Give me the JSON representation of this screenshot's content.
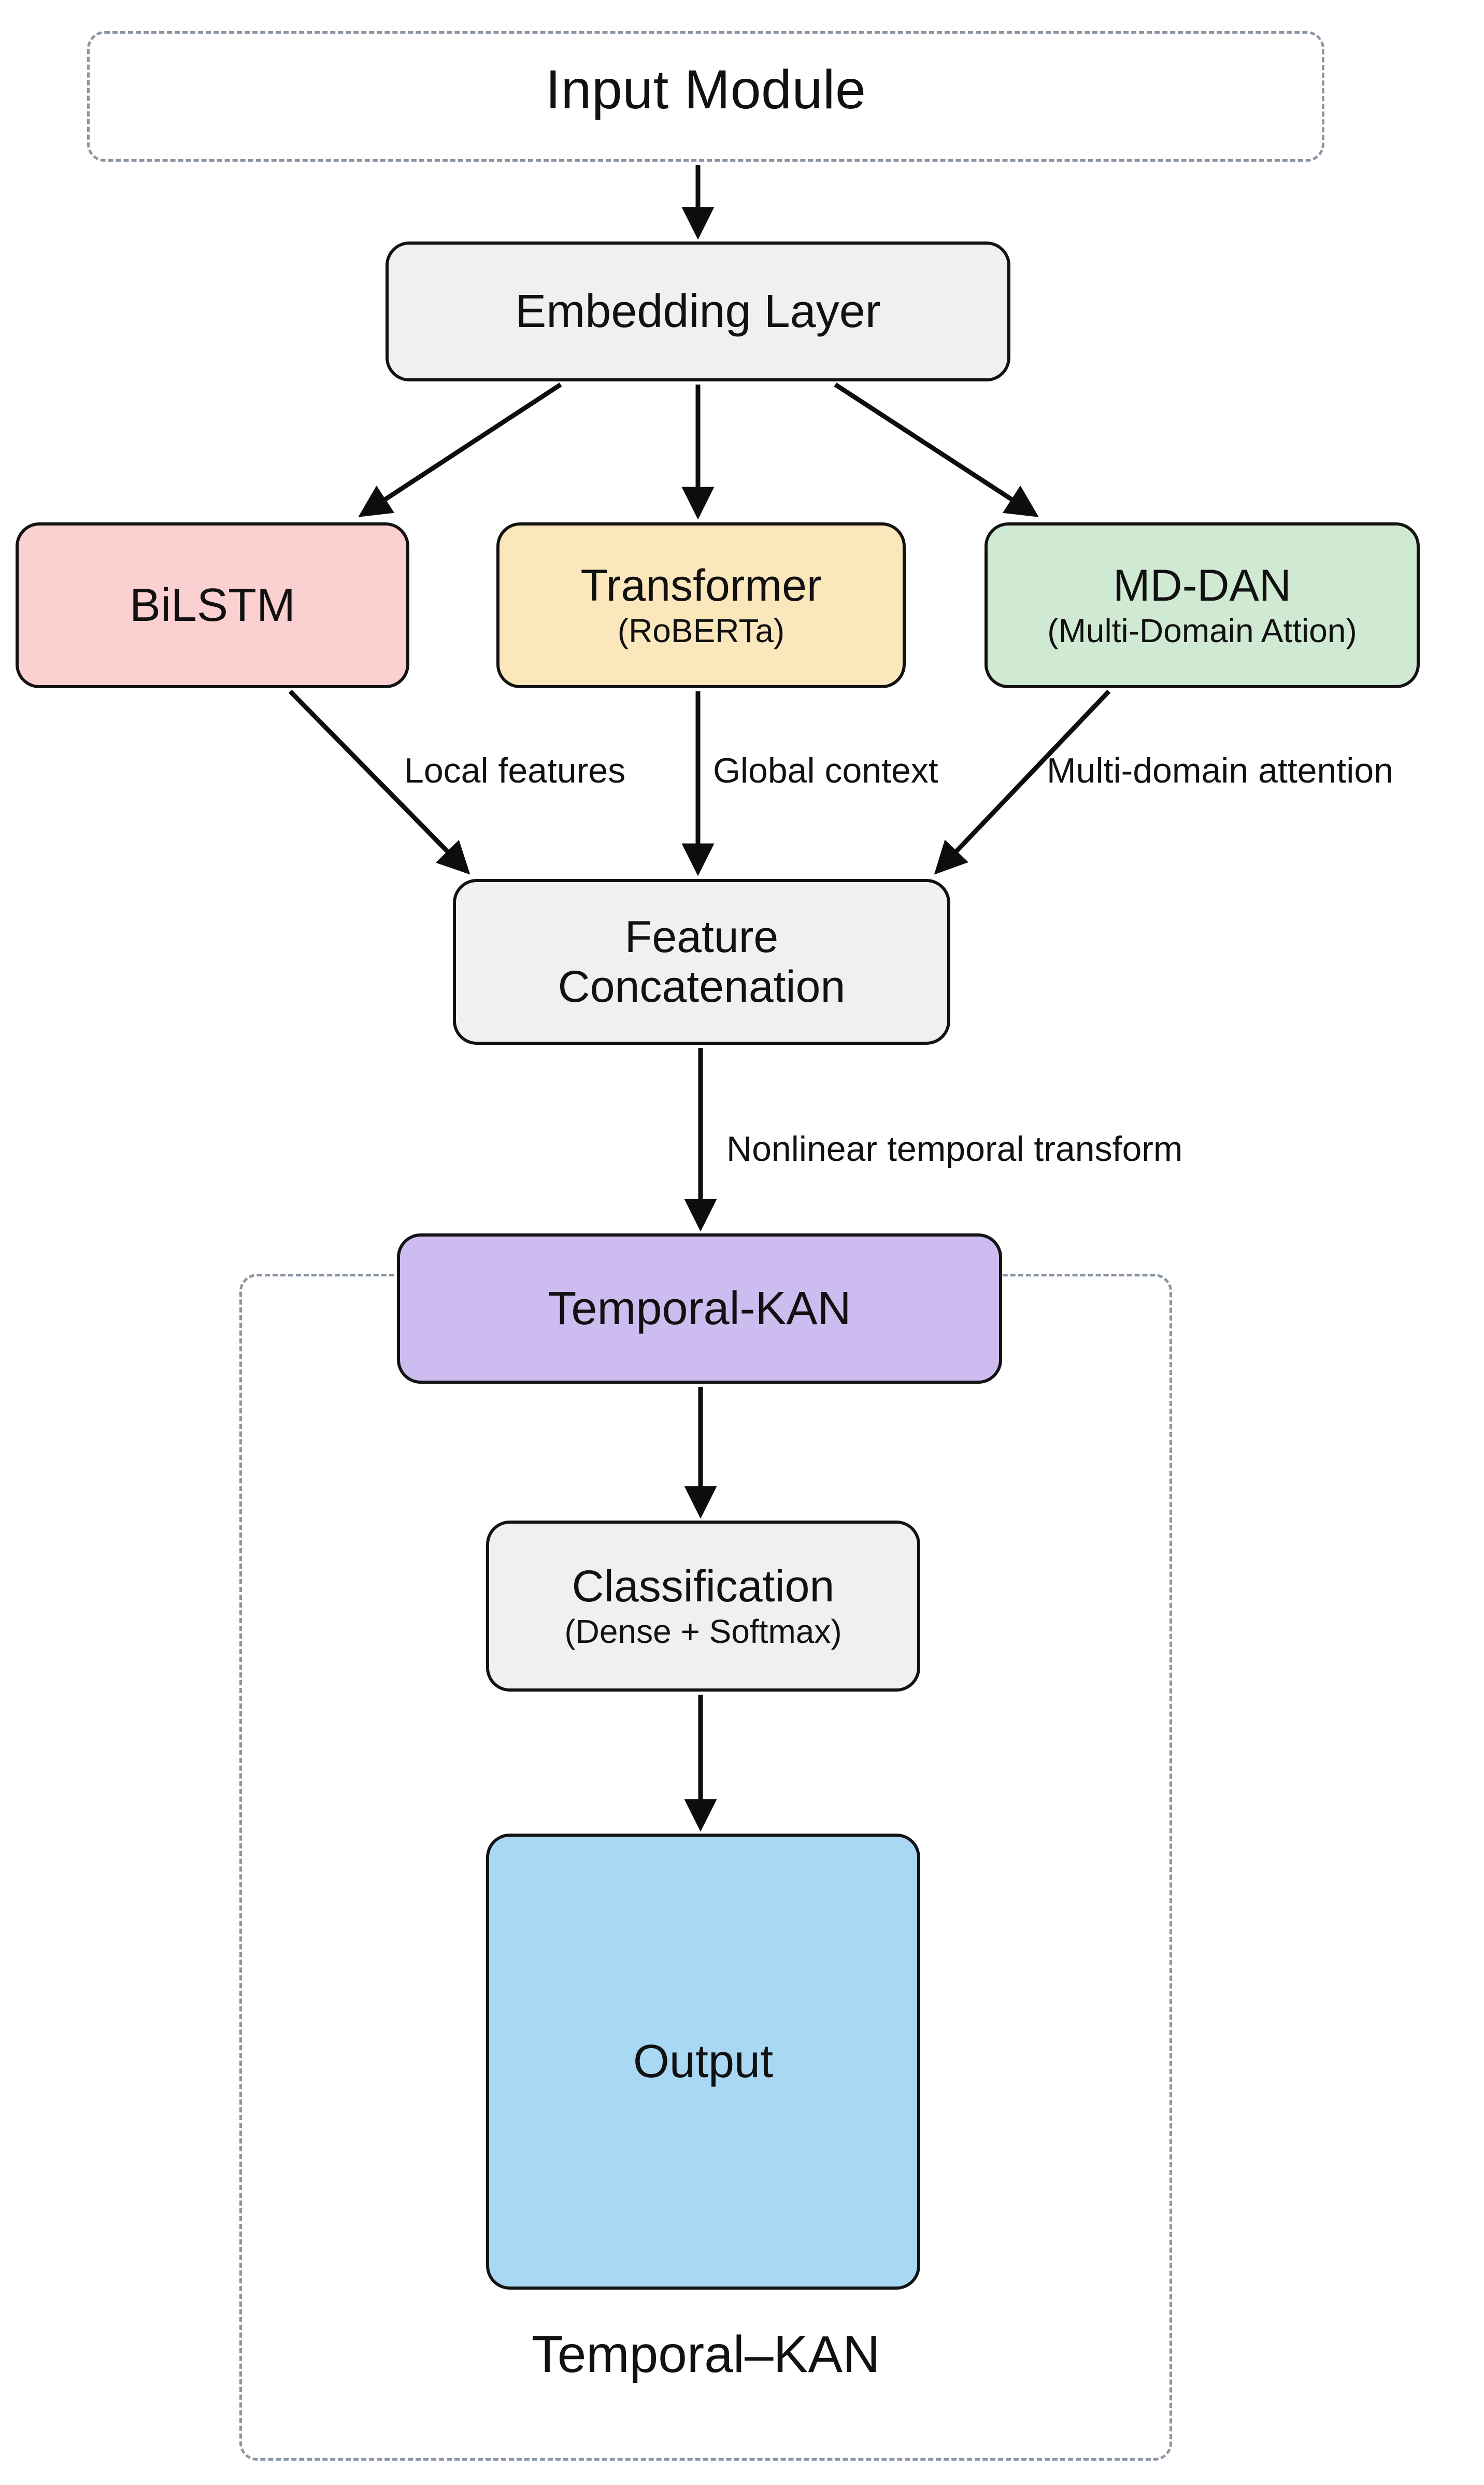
{
  "diagram": {
    "title": "Model Architecture Flowchart",
    "background": "#ffffff"
  },
  "groups": {
    "input": {
      "label": "Input Module",
      "border_color": "#8b96a3",
      "style": "dashed"
    },
    "kan": {
      "label": "Temporal–KAN",
      "border_color": "#8b96a3",
      "style": "dashed"
    }
  },
  "nodes": {
    "embedding": {
      "line1": "Embedding Layer",
      "line2": "",
      "fill": "#eef0f2"
    },
    "bilstm": {
      "line1": "BiLSTM",
      "line2": "",
      "fill": "#fbd0d0"
    },
    "transformer": {
      "line1": "Transformer",
      "line2": "(RoBERTa)",
      "fill": "#fae7bb"
    },
    "mddan": {
      "line1": "MD-DAN",
      "line2": "(Multi-Domain Attion)",
      "fill": "#cfe9d2"
    },
    "concat": {
      "line1": "Feature",
      "line2": "Concatenation",
      "fill": "#eef0f2"
    },
    "tkan": {
      "line1": "Temporal-KAN",
      "line2": "",
      "fill": "#cdbcf0"
    },
    "classify": {
      "line1": "Classification",
      "line2": "(Dense + Softmax)",
      "fill": "#eef0f2"
    },
    "output": {
      "line1": "Output",
      "line2": "",
      "fill": "#a9d8f4"
    }
  },
  "edge_labels": {
    "local_features": "Local features",
    "global_context": "Global context",
    "multi_domain_attention": "Multi-domain attention",
    "nonlinear_temporal_transform": "Nonlinear temporal transform"
  },
  "edges": [
    {
      "from": "input",
      "to": "embedding",
      "label": ""
    },
    {
      "from": "embedding",
      "to": "bilstm",
      "label": ""
    },
    {
      "from": "embedding",
      "to": "transformer",
      "label": ""
    },
    {
      "from": "embedding",
      "to": "mddan",
      "label": ""
    },
    {
      "from": "bilstm",
      "to": "concat",
      "label": "Local features"
    },
    {
      "from": "transformer",
      "to": "concat",
      "label": "Global context"
    },
    {
      "from": "mddan",
      "to": "concat",
      "label": "Multi-domain attention"
    },
    {
      "from": "concat",
      "to": "tkan",
      "label": "Nonlinear temporal transform"
    },
    {
      "from": "tkan",
      "to": "classify",
      "label": ""
    },
    {
      "from": "classify",
      "to": "output",
      "label": ""
    }
  ],
  "colors": {
    "edge_stroke": "#0d0d0d",
    "node_border": "#121212",
    "dashed_border": "#8b96a3",
    "text": "#111111"
  }
}
